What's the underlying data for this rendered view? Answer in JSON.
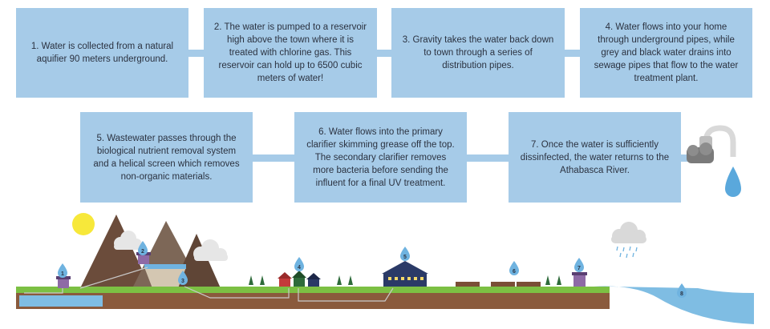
{
  "steps": [
    {
      "text": "1. Water is collected from a natural aquifier 90 meters underground."
    },
    {
      "text": "2. The water is pumped to a reservoir high above the town where it is treated with chlorine gas. This reservoir can hold up to 6500 cubic meters of water!"
    },
    {
      "text": "3. Gravity takes the water back down to town through a series of distribution pipes."
    },
    {
      "text": "4. Water flows into your home through underground pipes, while grey and black water drains into sewage pipes that flow to the water treatment plant."
    },
    {
      "text": "5. Wastewater passes through the biological nutrient removal system and a helical screen which removes non-organic materials."
    },
    {
      "text": "6. Water flows into the primary clarifier skimming grease off the top. The secondary clarifier removes more bacteria before sending the influent for a final UV treatment."
    },
    {
      "text": "7. Once the water is sufficiently dissinfected, the water returns to the Athabasca River."
    }
  ],
  "markers": [
    "1",
    "2",
    "3",
    "4",
    "5",
    "6",
    "7",
    "8"
  ],
  "colors": {
    "box": "#a6cbe8",
    "ground": "#8a5a3c",
    "grass": "#7cc043",
    "water": "#7fbde3",
    "sun": "#f7e83a",
    "mountain": "#6b4c3b"
  }
}
